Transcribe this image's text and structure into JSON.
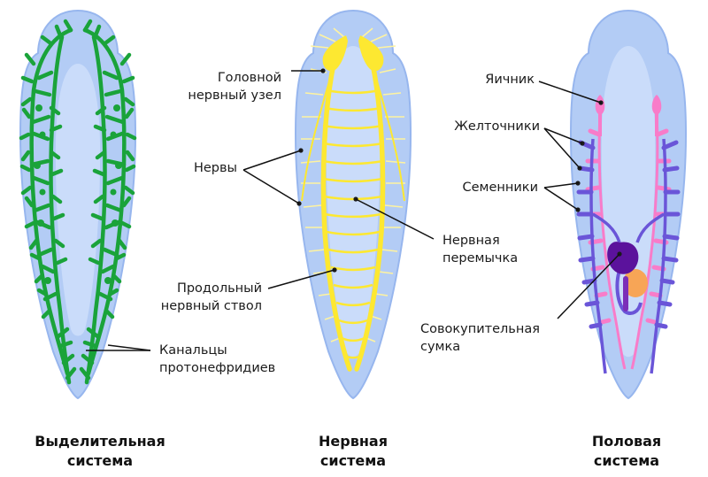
{
  "labels": {
    "head_ganglion": [
      "Головной",
      "нервный узел"
    ],
    "nerves": "Нервы",
    "longitudinal_trunk": [
      "Продольный",
      "нервный ствол"
    ],
    "canals": [
      "Канальцы",
      "протонефридиев"
    ],
    "commissure": [
      "Нервная",
      "перемычка"
    ],
    "ovary": "Яичник",
    "vitellaria": "Желточники",
    "testes": "Семенники",
    "copulatory_bursa": [
      "Совокупительная",
      "сумка"
    ]
  },
  "captions": {
    "excretory": [
      "Выделительная",
      "система"
    ],
    "nervous": [
      "Нервная",
      "система"
    ],
    "reproductive": [
      "Половая",
      "система"
    ]
  },
  "colors": {
    "body_fill": "#b3ccf5",
    "body_outline": "#97b6ee",
    "body_inner": "#cadcfa",
    "excretory_green": "#1aa33a",
    "nerve_yellow": "#fde831",
    "nerve_light": "#fef3a0",
    "ovary_pink": "#f87cc9",
    "testes_purple": "#6a55d8",
    "bursa_purple": "#5b129c",
    "orange": "#f7a556",
    "pointer": "#111111"
  }
}
